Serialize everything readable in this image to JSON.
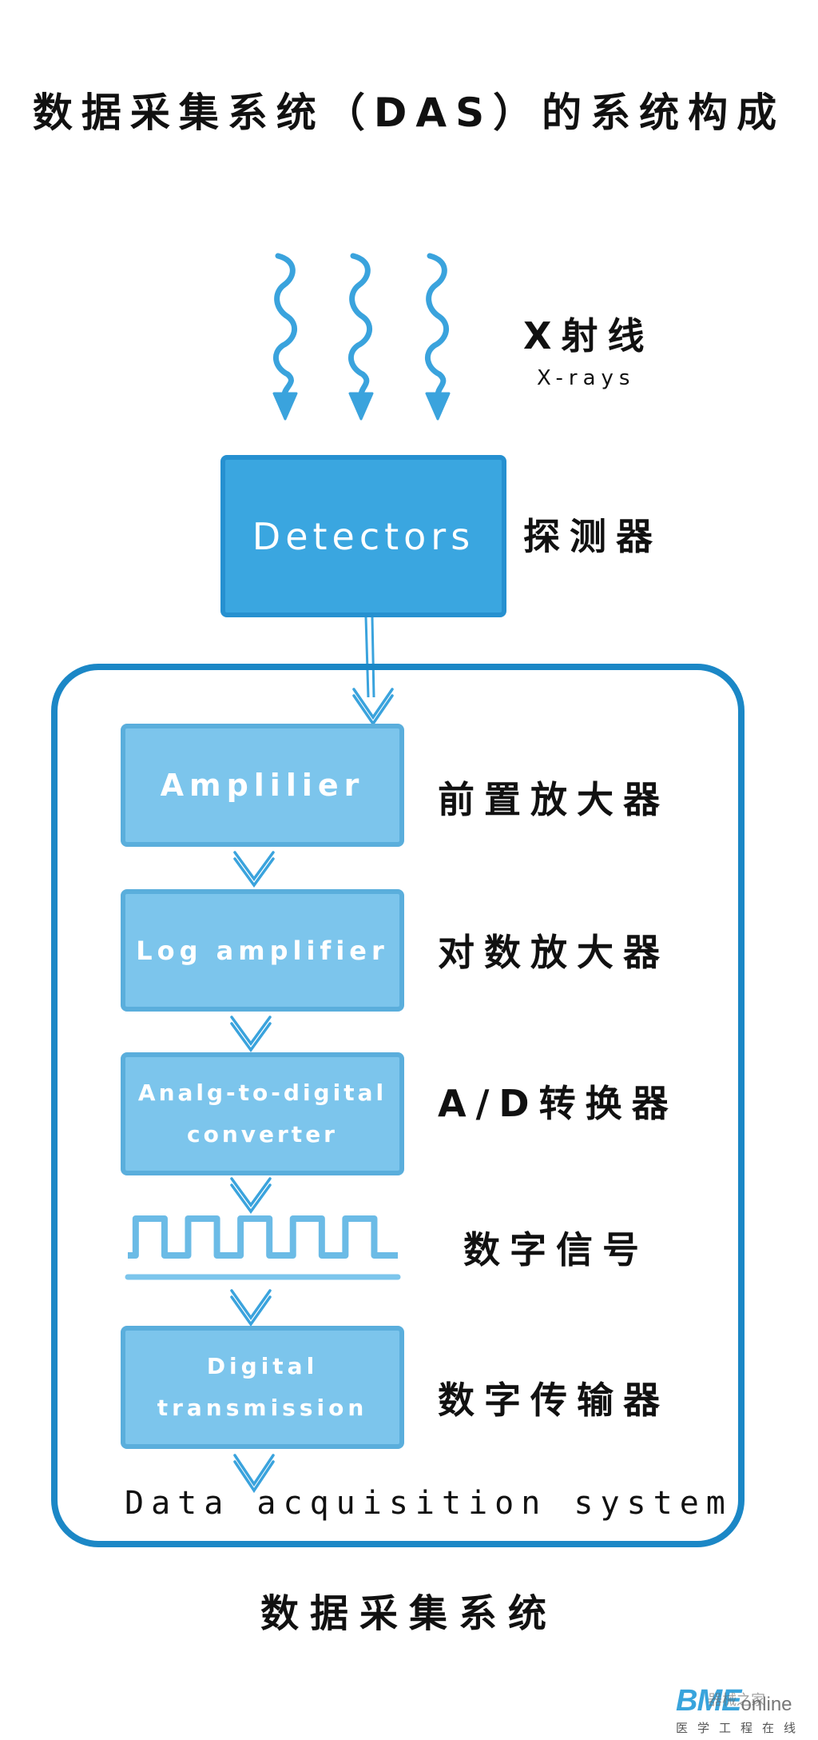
{
  "title": "数据采集系统（DAS）的系统构成",
  "xray": {
    "label_cn": "X射线",
    "label_en": "X-rays",
    "arrow_count": 3
  },
  "detectors": {
    "label_en": "Detectors",
    "label_cn": "探测器"
  },
  "das_container": {
    "label_en": "Data acquisition system",
    "stages": [
      {
        "label_en_lines": [
          "Amplilier"
        ],
        "label_cn": "前置放大器",
        "kind": "box"
      },
      {
        "label_en_lines": [
          "Log amplifier"
        ],
        "label_cn": "对数放大器",
        "kind": "box"
      },
      {
        "label_en_lines": [
          "Analg-to-digital",
          "converter"
        ],
        "label_cn": "A/D转换器",
        "kind": "box"
      },
      {
        "label_en_lines": [],
        "label_cn": "数字信号",
        "kind": "square-wave",
        "pulse_count": 5
      },
      {
        "label_en_lines": [
          "Digital",
          "transmission"
        ],
        "label_cn": "数字传输器",
        "kind": "box"
      }
    ]
  },
  "bottom_title": "数据采集系统",
  "watermark": {
    "logo": "BME",
    "logo_suffix": "online",
    "overlay": "器械之家",
    "subtitle": "医学工程在线"
  },
  "colors": {
    "accent_dark": "#3aa6e0",
    "accent_light": "#7cc5ec",
    "container_stroke": "#1b87c6",
    "arrow": "#3aa3dd"
  }
}
